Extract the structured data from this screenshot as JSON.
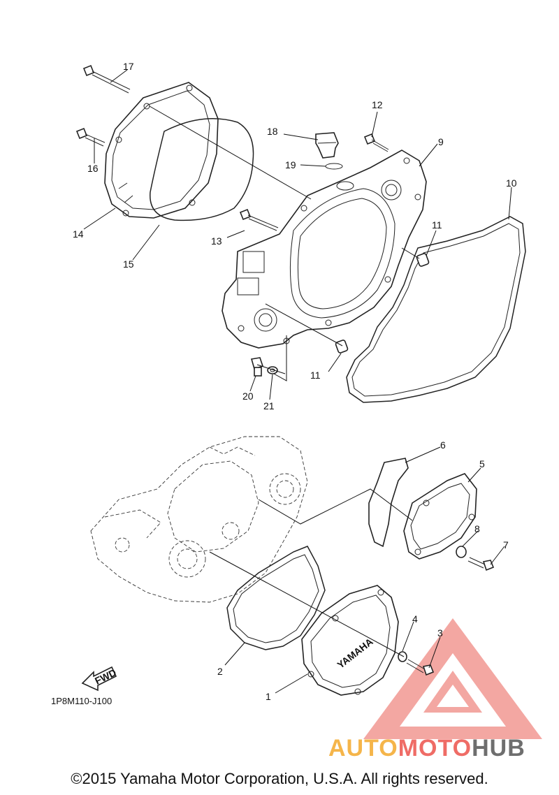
{
  "callouts": {
    "c1": "1",
    "c2": "2",
    "c3": "3",
    "c4": "4",
    "c5": "5",
    "c6": "6",
    "c7": "7",
    "c8": "8",
    "c9": "9",
    "c10": "10",
    "c11a": "11",
    "c11b": "11",
    "c12": "12",
    "c13": "13",
    "c14": "14",
    "c15": "15",
    "c16": "16",
    "c17": "17",
    "c18": "18",
    "c19": "19",
    "c20": "20",
    "c21": "21"
  },
  "diagram_code": "1P8M110-J100",
  "fwd_label": "FWD",
  "cover_text": "YAMAHA",
  "watermark": {
    "part1": "AUTO",
    "part2": "MOTO",
    "part3": "HUB"
  },
  "copyright": "©2015 Yamaha Motor Corporation, U.S.A. All rights reserved.",
  "colors": {
    "watermark_red": "#e8605a",
    "watermark_orange": "#f5b54a",
    "watermark_gray": "#6e6e6e"
  }
}
